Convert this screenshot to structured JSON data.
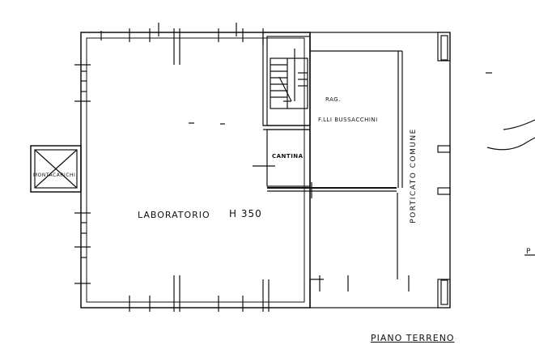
{
  "plan": {
    "floor_label": "PIANO TERRENO",
    "rooms": {
      "main_room": "LABORATORIO",
      "main_room_height": "H 350",
      "office_1": "RAG.",
      "office_2": "F.LLI BUSSACCHINI",
      "cellar": "CANTINA",
      "lift": "MONTACARICHI",
      "portico": "PORTICATO COMUNE"
    },
    "edge_letter": "P"
  }
}
